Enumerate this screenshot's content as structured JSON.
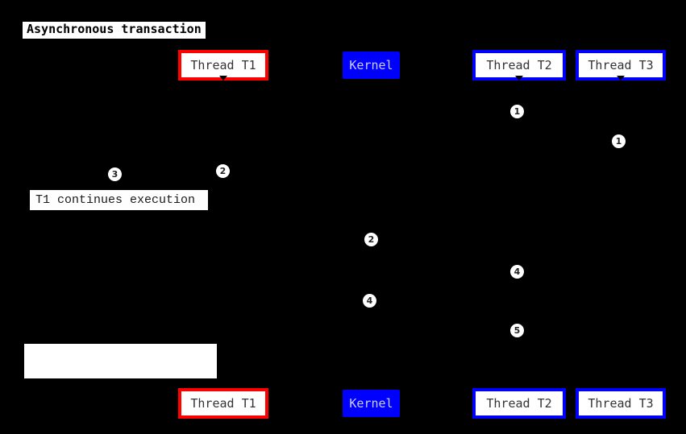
{
  "title": "Asynchronous transaction",
  "colors": {
    "background": "#000000",
    "t1_border": "#ff0000",
    "thread_border": "#0000ff",
    "kernel_fill": "#0000ff",
    "kernel_text": "#ccccff",
    "box_text": "#333333",
    "note_fill": "#ffffff"
  },
  "participants": [
    {
      "id": "thread-t1",
      "label": "Thread T1",
      "style": "red-border"
    },
    {
      "id": "kernel",
      "label": "Kernel",
      "style": "blue-fill"
    },
    {
      "id": "thread-t2",
      "label": "Thread T2",
      "style": "blue-border"
    },
    {
      "id": "thread-t3",
      "label": "Thread T3",
      "style": "blue-border"
    }
  ],
  "notes": [
    {
      "text": "T1 continues execution"
    },
    {
      "text": ""
    }
  ],
  "markers": [
    {
      "label": "1",
      "lifeline": "Thread T2"
    },
    {
      "label": "1",
      "lifeline": "Thread T3"
    },
    {
      "label": "2",
      "lifeline": "Thread T1"
    },
    {
      "label": "3",
      "lifeline": "note-left"
    },
    {
      "label": "2",
      "lifeline": "Kernel"
    },
    {
      "label": "4",
      "lifeline": "Thread T2"
    },
    {
      "label": "4",
      "lifeline": "Kernel"
    },
    {
      "label": "5",
      "lifeline": "Thread T2"
    }
  ]
}
